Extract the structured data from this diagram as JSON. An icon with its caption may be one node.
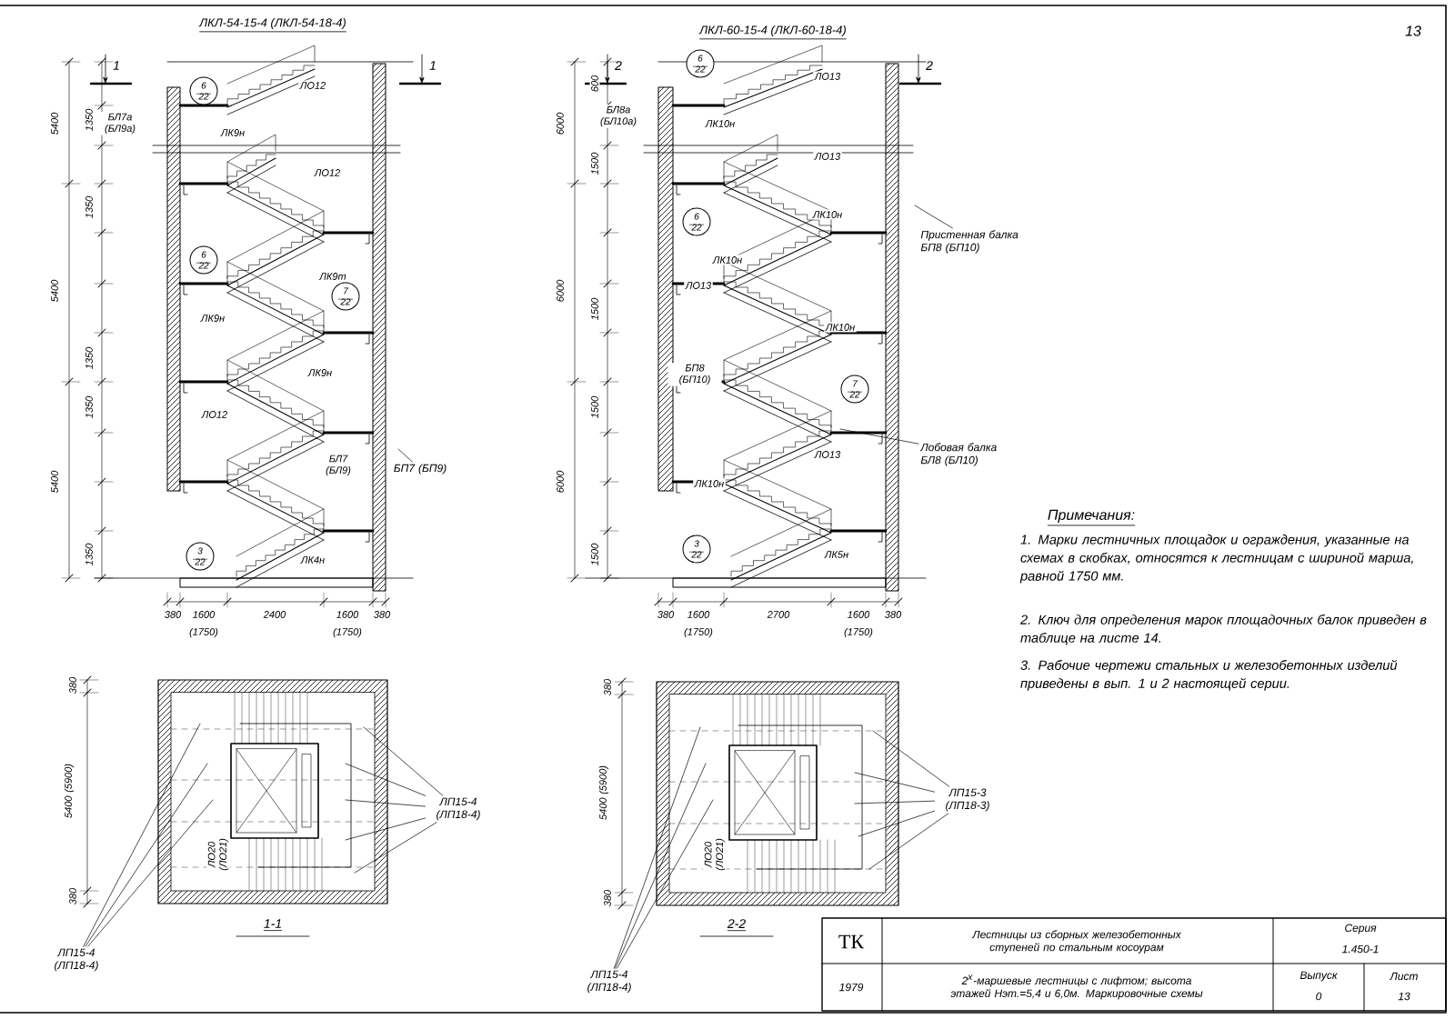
{
  "diagram": {
    "nodes": [
      {
        "text": [
          "6",
          "22"
        ]
      },
      {
        "text": [
          "6",
          "22"
        ]
      },
      {
        "text": [
          "7",
          "22"
        ]
      },
      {
        "text": [
          "3",
          "22"
        ]
      },
      {
        "text": [
          "БП7 (БП9)"
        ]
      },
      {
        "text": [
          "6",
          "22"
        ]
      },
      {
        "text": [
          "6",
          "22"
        ]
      },
      {
        "text": [
          "7",
          "22"
        ]
      },
      {
        "text": [
          "3",
          "22"
        ]
      },
      {
        "text": [
          "Пристенная балка",
          "БП8 (БП10)"
        ]
      },
      {
        "text": [
          "Лобовая балка",
          "БЛ8 (БЛ10)"
        ]
      },
      {
        "text": [
          "ЛП15-4 (ЛП18-4)"
        ]
      },
      {
        "text": [
          "ЛП15-4 (ЛП18-4)"
        ]
      },
      {
        "text": [
          "ЛП15-3 (ЛП18-3)"
        ]
      },
      {
        "text": [
          "ЛП15-4 (ЛП18-4)"
        ]
      }
    ],
    "edges": [
      {
        "from": 4,
        "to": null,
        "arrow": "none"
      },
      {
        "from": 9,
        "to": null,
        "arrow": "none"
      },
      {
        "from": 10,
        "to": null,
        "arrow": "none"
      },
      {
        "from": 11,
        "to": null,
        "arrow": "none"
      },
      {
        "from": 11,
        "to": null,
        "arrow": "none"
      },
      {
        "from": 11,
        "to": null,
        "arrow": "none"
      },
      {
        "from": 11,
        "to": null,
        "arrow": "none"
      },
      {
        "from": 11,
        "to": null,
        "arrow": "none"
      },
      {
        "from": 12,
        "to": null,
        "arrow": "none"
      },
      {
        "from": 12,
        "to": null,
        "arrow": "none"
      },
      {
        "from": 12,
        "to": null,
        "arrow": "none"
      },
      {
        "from": 13,
        "to": null,
        "arrow": "none"
      },
      {
        "from": 13,
        "to": null,
        "arrow": "none"
      },
      {
        "from": 13,
        "to": null,
        "arrow": "none"
      },
      {
        "from": 13,
        "to": null,
        "arrow": "none"
      },
      {
        "from": 13,
        "to": null,
        "arrow": "none"
      },
      {
        "from": 14,
        "to": null,
        "arrow": "none"
      },
      {
        "from": 14,
        "to": null,
        "arrow": "none"
      },
      {
        "from": 14,
        "to": null,
        "arrow": "none"
      }
    ],
    "labels": [
      "ЛКЛ-54-15-4 (ЛКЛ-54-18-4)",
      "1",
      "1",
      "ЛО12",
      "БЛ7а (БЛ9а)",
      "ЛК9н",
      "ЛО12",
      "ЛК9т",
      "ЛК9н",
      "ЛК9н",
      "ЛО12",
      "БЛ7 (БЛ9)",
      "ЛК4н",
      "5400",
      "1350",
      "1350",
      "5400",
      "1350",
      "1350",
      "5400",
      "1350",
      "380",
      "1600",
      "2400",
      "1600",
      "380",
      "(1750)",
      "(1750)",
      "ЛКЛ-60-15-4 (ЛКЛ-60-18-4)",
      "2",
      "2",
      "ЛО13",
      "БЛ8а (БЛ10а)",
      "ЛК10н",
      "ЛО13",
      "ЛК10н",
      "ЛК10н",
      "ЛО13",
      "ЛК10н",
      "БП8 (БП10)",
      "ЛО13",
      "ЛК10н",
      "ЛК5н",
      "6000",
      "600",
      "1500",
      "6000",
      "1500",
      "1500",
      "6000",
      "1500",
      "380",
      "1600",
      "2700",
      "1600",
      "380",
      "(1750)",
      "(1750)",
      "13",
      "Примечания:",
      "1. Марки лестничных площадок и ограждения, указанные на схемах в скобках, относятся к лестницам с шириной марша, равной 1750 мм.",
      "2. Ключ для определения марок площадочных балок приведен в таблице на листе 14.",
      "3. Рабочие чертежи стальных и железобетонных изделий приведены в вып. 1 и 2 настоящей серии.",
      "380",
      "5400 (5900)",
      "380",
      "ЛО20 (ЛО21)",
      "1-1",
      "380",
      "5400 (5900)",
      "380",
      "ЛО20 (ЛО21)",
      "2-2",
      "ТК",
      "1979",
      "Лестницы из сборных железобетонных ступеней по стальным косоурам",
      "2$^{х}$-маршевые лестницы с лифтом; высота этажей Нэт.=5,4 и 6,0м. Маркировочные схемы",
      "Серия",
      "1.450-1",
      "Выпуск",
      "0",
      "Лист",
      "13"
    ]
  }
}
